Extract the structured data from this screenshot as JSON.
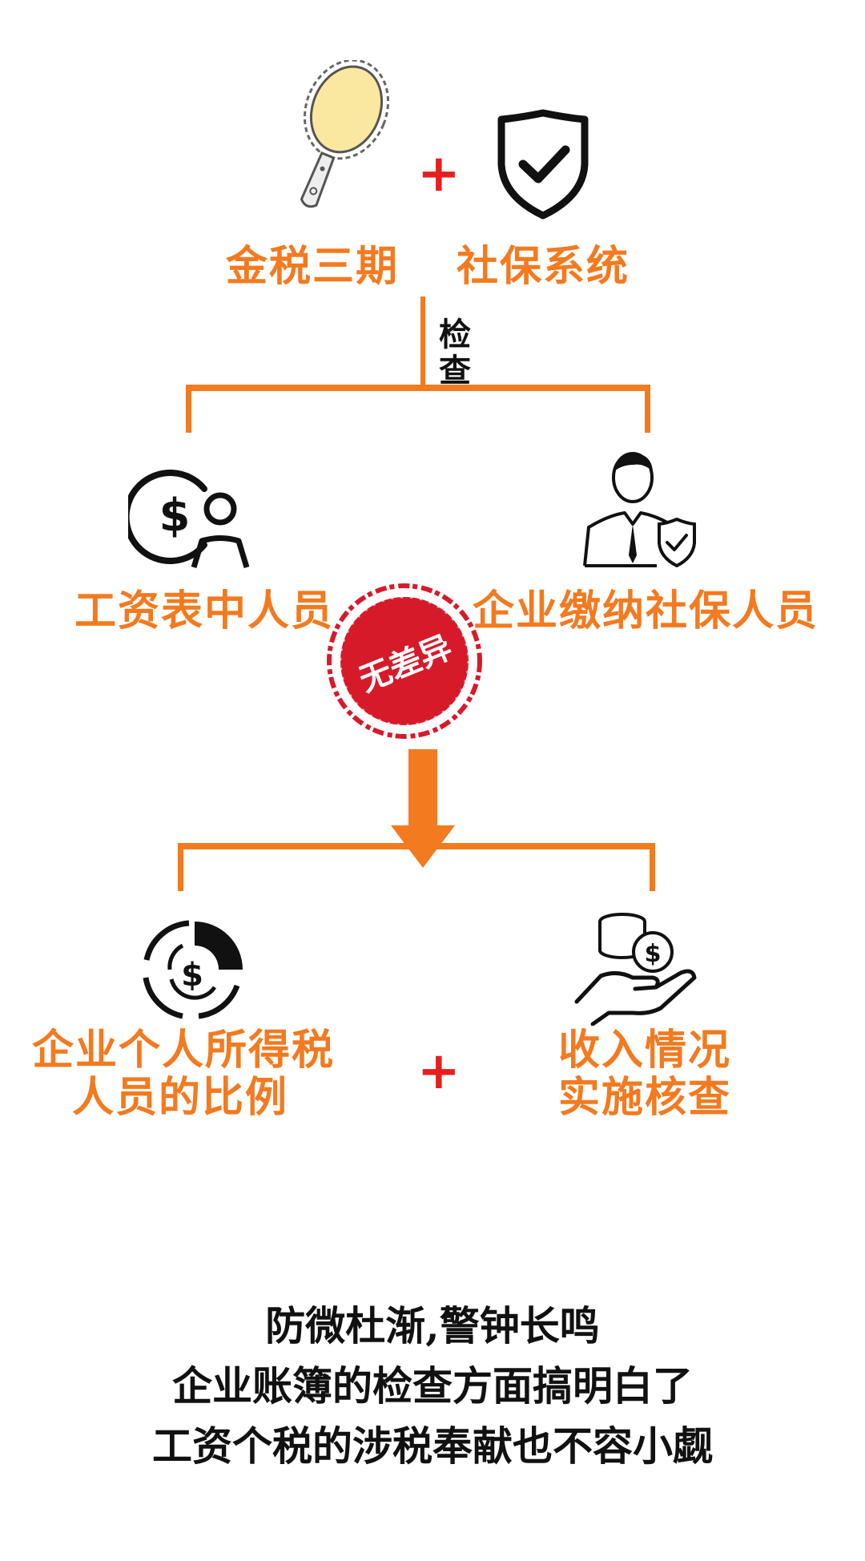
{
  "top": {
    "left_label": "金税三期",
    "right_label": "社保系统",
    "left_icon": "hand-mirror-icon",
    "right_icon": "shield-check-icon",
    "plus": "+"
  },
  "check_label_1": "检",
  "check_label_2": "查",
  "middle": {
    "left_label": "工资表中人员",
    "right_label": "企业缴纳社保人员",
    "left_icon": "dollar-person-icon",
    "right_icon": "employee-shield-icon",
    "stamp": "无差异"
  },
  "bottom": {
    "left_line1": "企业个人所得税",
    "left_line2": "人员的比例",
    "right_line1": "收入情况",
    "right_line2": "实施核查",
    "left_icon": "dollar-chart-icon",
    "right_icon": "coins-hand-icon",
    "plus": "+"
  },
  "footer": {
    "line1": "防微杜渐,警钟长鸣",
    "line2": "企业账簿的检查方面搞明白了",
    "line3": "工资个税的涉税奉献也不容小觑"
  },
  "colors": {
    "orange": "#f47a1f",
    "red": "#e81e1e",
    "stamp_red": "#d71a2a",
    "mirror_fill": "#fbe8a0"
  }
}
